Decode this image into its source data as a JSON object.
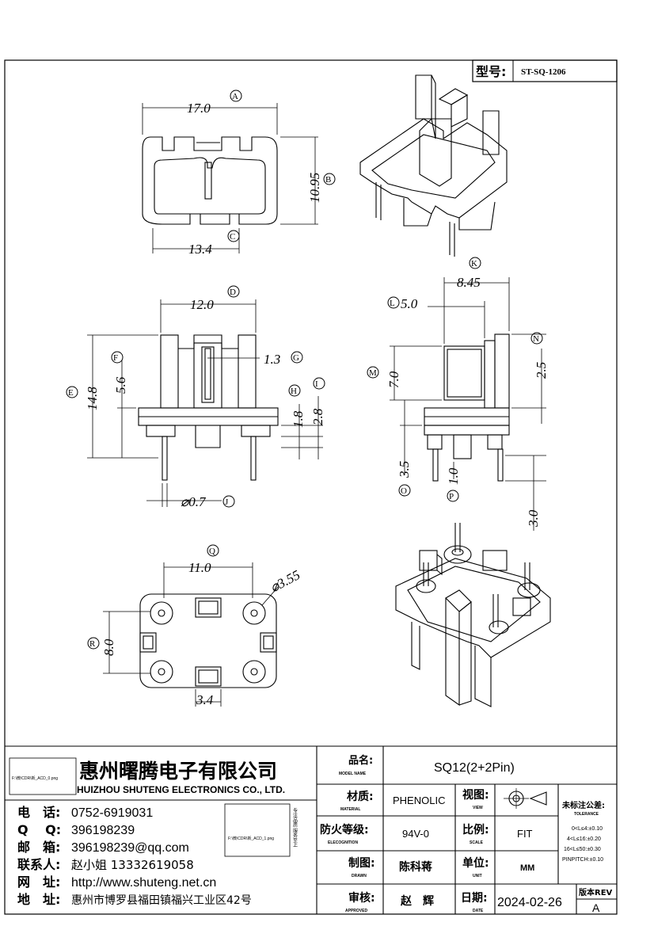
{
  "header": {
    "model_label": "型号:",
    "model_value": "ST-SQ-1206"
  },
  "dimensions": {
    "top_width": "17.0",
    "top_width_tag": "A",
    "top_height": "10.95",
    "top_height_tag": "B",
    "top_inner": "13.4",
    "top_inner_tag": "C",
    "front_width": "12.0",
    "front_width_tag": "D",
    "front_height": "14.8",
    "front_height_tag": "E",
    "front_upper": "5.6",
    "front_upper_tag": "F",
    "slot_width": "1.3",
    "slot_width_tag": "G",
    "flange_h": "1.8",
    "flange_h_tag": "H",
    "flange_total": "2.8",
    "flange_total_tag": "I",
    "pin_dia": "⌀0.7",
    "pin_dia_tag": "J",
    "side_width": "8.45",
    "side_width_tag": "K",
    "side_inner": "5.0",
    "side_inner_tag": "L",
    "side_height": "7.0",
    "side_height_tag": "M",
    "side_top": "2.5",
    "side_top_tag": "N",
    "side_base": "3.5",
    "side_base_tag": "O",
    "side_pin": "1.0",
    "side_pin_tag": "P",
    "side_pin_len": "3.0",
    "bottom_width": "11.0",
    "bottom_width_tag": "Q",
    "bottom_height": "8.0",
    "bottom_height_tag": "R",
    "bottom_hole": "⌀3.55",
    "bottom_slot": "3.4"
  },
  "titleblock": {
    "logo_image_name": "F:\\微\\CDR\\新_ACD_0.png",
    "company_cn": "惠州曙腾电子有限公司",
    "company_en": "HUIZHOU SHUTENG ELECTRONICS CO., LTD.",
    "contacts": [
      {
        "label": "电　话:",
        "value": "0752-6919031"
      },
      {
        "label": "Q　 Q:",
        "value": "396198239"
      },
      {
        "label": "邮　箱:",
        "value": "396198239@qq.com"
      },
      {
        "label": "联系人:",
        "value": "赵小姐 13332619058"
      },
      {
        "label": "网　址:",
        "value": "http://www.shuteng.net.cn"
      },
      {
        "label": "地　址:",
        "value": "惠州市博罗县福田镇福兴工业区42号"
      }
    ],
    "stamp_image_name": "F:\\微\\CDR\\新_ACD_1.png",
    "stamp_vertical": "专注品质 服务至上",
    "product_name_label": "品名:",
    "product_name_sub": "MODEL NAME",
    "product_name": "SQ12(2+2Pin)",
    "material_label": "材质:",
    "material_sub": "MATERIAL",
    "material": "PHENOLIC",
    "view_label": "视图:",
    "view_sub": "VIEW",
    "tolerance_label": "未标注公差:",
    "tolerance_sub": "TOLERANCE",
    "tolerances": [
      "0<L≤4:±0.10",
      "4<L≤16:±0.20",
      "16<L≤50:±0.30",
      "PINPITCH:±0.10"
    ],
    "flame_label": "防火等级:",
    "flame_sub": "ELECOGNITION",
    "flame": "94V-0",
    "scale_label": "比例:",
    "scale_sub": "SCALE",
    "scale": "FIT",
    "drawn_label": "制图:",
    "drawn_sub": "DRAWN",
    "drawn": "陈科蒋",
    "unit_label": "单位:",
    "unit_sub": "UNIT",
    "unit": "MM",
    "approved_label": "审核:",
    "approved_sub": "APPROVED",
    "approved": "赵　辉",
    "date_label": "日期:",
    "date_sub": "DATE",
    "date": "2024-02-26",
    "rev_label": "版本REV",
    "rev": "A"
  }
}
